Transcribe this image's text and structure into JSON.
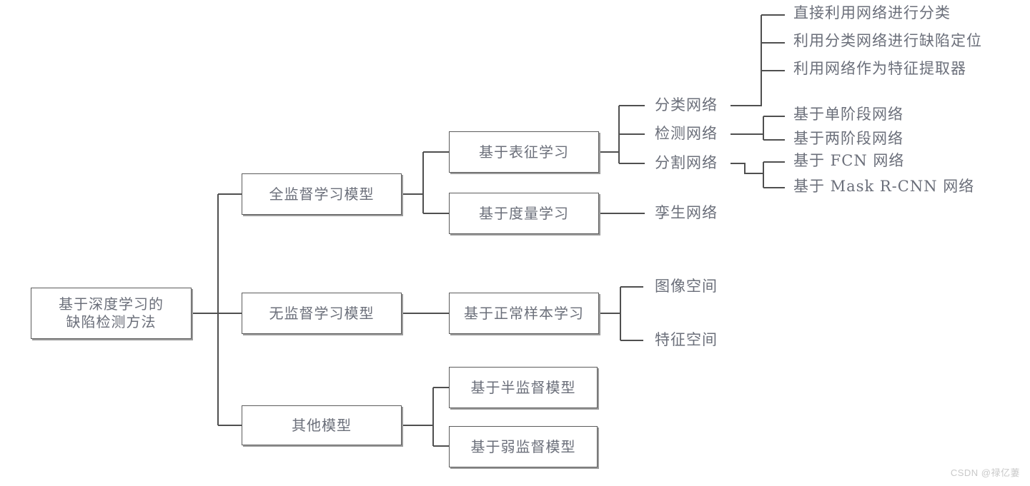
{
  "meta": {
    "title": "基于深度学习的缺陷检测方法分类树状图",
    "watermark": "CSDN @禄亿萋",
    "line_color": "#4f4f4f",
    "text_color": "#6b6f7a",
    "box_border_color": "#5c5c5c",
    "background": "#ffffff"
  },
  "chart_data": {
    "type": "diagram",
    "title": "基于深度学习的缺陷检测方法",
    "orientation": "left-to-right tree",
    "levels": 5,
    "node_count": 22
  },
  "nodes": {
    "root": {
      "line1": "基于深度学习的",
      "line2": "缺陷检测方法"
    },
    "l1": {
      "supervised": "全监督学习模型",
      "unsupervised": "无监督学习模型",
      "other": "其他模型"
    },
    "l2": {
      "representation": "基于表征学习",
      "metric": "基于度量学习",
      "normal_sample": "基于正常样本学习",
      "semi_supervised": "基于半监督模型",
      "weak_supervised": "基于弱监督模型"
    },
    "l3": {
      "classification_net": "分类网络",
      "detection_net": "检测网络",
      "segmentation_net": "分割网络",
      "siamese_net": "孪生网络",
      "image_space": "图像空间",
      "feature_space": "特征空间"
    },
    "l4": {
      "direct_classify": "直接利用网络进行分类",
      "defect_localize": "利用分类网络进行缺陷定位",
      "feature_extractor": "利用网络作为特征提取器",
      "one_stage": "基于单阶段网络",
      "two_stage": "基于两阶段网络",
      "fcn": "基于 FCN 网络",
      "mask_rcnn": "基于 Mask R-CNN 网络"
    }
  }
}
